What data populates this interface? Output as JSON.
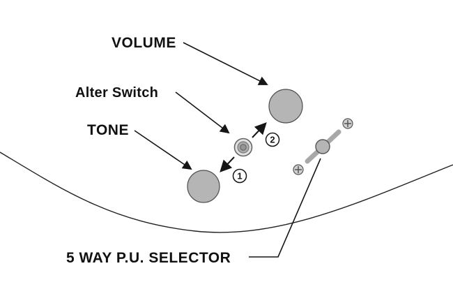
{
  "title": "Guitar control layout diagram",
  "labels": {
    "volume": "VOLUME",
    "alter_switch": "Alter Switch",
    "tone": "TONE",
    "selector": "5 WAY P.U. SELECTOR"
  },
  "direction_markers": {
    "one": "1",
    "two": "2"
  },
  "colors": {
    "background": "#ffffff",
    "line": "#161616",
    "knob_fill": "#b5b5b5",
    "knob_stroke": "#4d4d4d"
  }
}
